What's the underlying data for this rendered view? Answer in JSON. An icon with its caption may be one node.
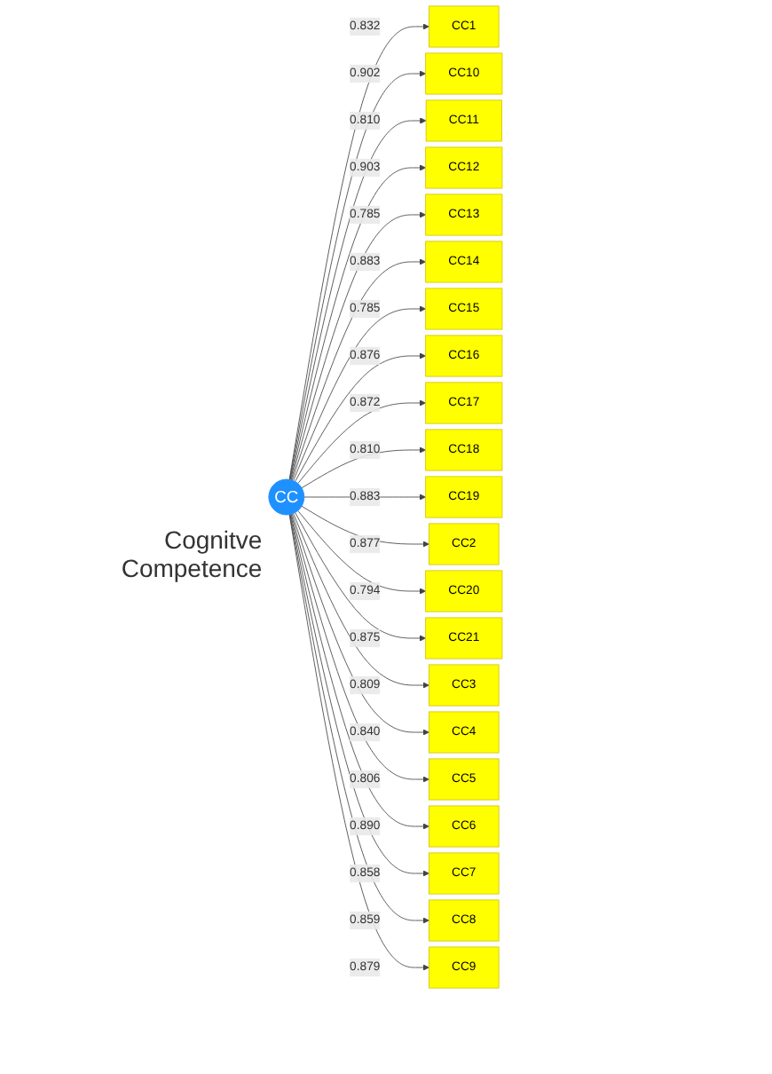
{
  "diagram": {
    "nodes": [
      {
        "text": [
          "CC"
        ],
        "beside": [
          "Cognitve Competence"
        ]
      },
      {
        "text": [
          "CC1"
        ]
      },
      {
        "text": [
          "CC10"
        ]
      },
      {
        "text": [
          "CC11"
        ]
      },
      {
        "text": [
          "CC12"
        ]
      },
      {
        "text": [
          "CC13"
        ]
      },
      {
        "text": [
          "CC14"
        ]
      },
      {
        "text": [
          "CC15"
        ]
      },
      {
        "text": [
          "CC16"
        ]
      },
      {
        "text": [
          "CC17"
        ]
      },
      {
        "text": [
          "CC18"
        ]
      },
      {
        "text": [
          "CC19"
        ]
      },
      {
        "text": [
          "CC2"
        ]
      },
      {
        "text": [
          "CC20"
        ]
      },
      {
        "text": [
          "CC21"
        ]
      },
      {
        "text": [
          "CC3"
        ]
      },
      {
        "text": [
          "CC4"
        ]
      },
      {
        "text": [
          "CC5"
        ]
      },
      {
        "text": [
          "CC6"
        ]
      },
      {
        "text": [
          "CC7"
        ]
      },
      {
        "text": [
          "CC8"
        ]
      },
      {
        "text": [
          "CC9"
        ]
      }
    ],
    "edges": [
      {
        "from": 0,
        "to": 1,
        "arrow": "to",
        "label": "0.832"
      },
      {
        "from": 0,
        "to": 2,
        "arrow": "to",
        "label": "0.902"
      },
      {
        "from": 0,
        "to": 3,
        "arrow": "to",
        "label": "0.810"
      },
      {
        "from": 0,
        "to": 4,
        "arrow": "to",
        "label": "0.903"
      },
      {
        "from": 0,
        "to": 5,
        "arrow": "to",
        "label": "0.785"
      },
      {
        "from": 0,
        "to": 6,
        "arrow": "to",
        "label": "0.883"
      },
      {
        "from": 0,
        "to": 7,
        "arrow": "to",
        "label": "0.785"
      },
      {
        "from": 0,
        "to": 8,
        "arrow": "to",
        "label": "0.876"
      },
      {
        "from": 0,
        "to": 9,
        "arrow": "to",
        "label": "0.872"
      },
      {
        "from": 0,
        "to": 10,
        "arrow": "to",
        "label": "0.810"
      },
      {
        "from": 0,
        "to": 11,
        "arrow": "to",
        "label": "0.883"
      },
      {
        "from": 0,
        "to": 12,
        "arrow": "to",
        "label": "0.877"
      },
      {
        "from": 0,
        "to": 13,
        "arrow": "to",
        "label": "0.794"
      },
      {
        "from": 0,
        "to": 14,
        "arrow": "to",
        "label": "0.875"
      },
      {
        "from": 0,
        "to": 15,
        "arrow": "to",
        "label": "0.809"
      },
      {
        "from": 0,
        "to": 16,
        "arrow": "to",
        "label": "0.840"
      },
      {
        "from": 0,
        "to": 17,
        "arrow": "to",
        "label": "0.806"
      },
      {
        "from": 0,
        "to": 18,
        "arrow": "to",
        "label": "0.890"
      },
      {
        "from": 0,
        "to": 19,
        "arrow": "to",
        "label": "0.858"
      },
      {
        "from": 0,
        "to": 20,
        "arrow": "to",
        "label": "0.859"
      },
      {
        "from": 0,
        "to": 21,
        "arrow": "to",
        "label": "0.879"
      }
    ]
  }
}
